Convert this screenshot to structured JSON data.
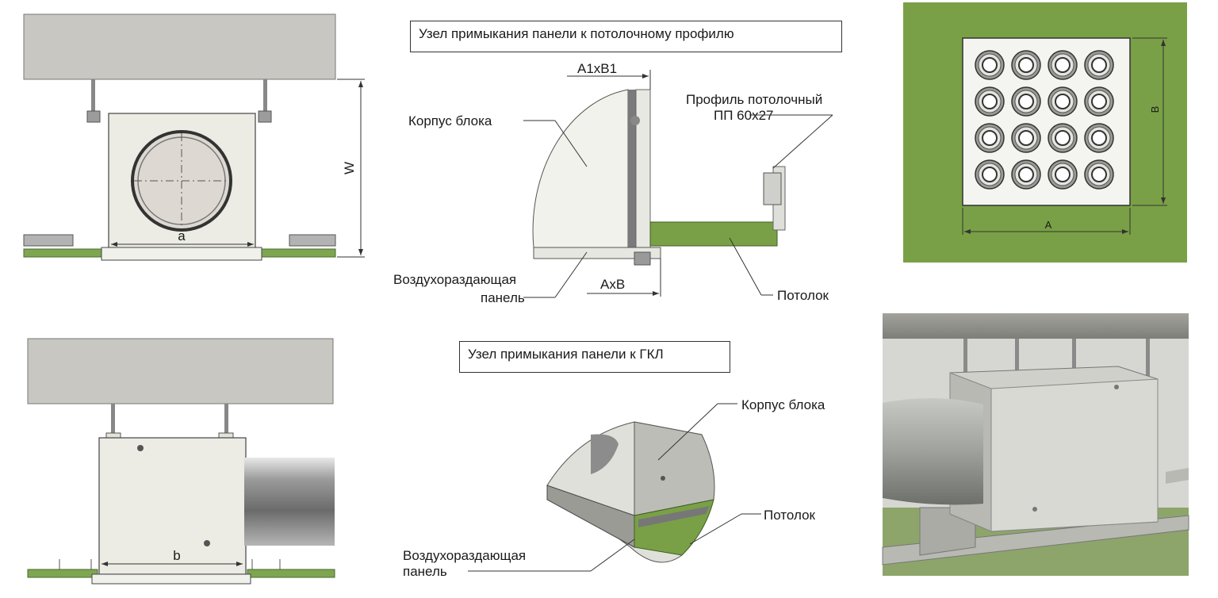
{
  "node_titles": {
    "ceiling_profile": "Узел примыкания панели к потолочному профилю",
    "gkl": "Узел примыкания панели к ГКЛ"
  },
  "dimensions": {
    "w": "W",
    "a": "a",
    "b": "b",
    "a1xb1": "A1xB1",
    "axb": "AxB",
    "a_cap": "A",
    "b_cap": "B"
  },
  "callouts": {
    "unit_body": "Корпус блока",
    "profile_line1": "Профиль потолочный",
    "profile_line2": "ПП 60x27",
    "panel_line1": "Воздухораздающая",
    "panel_line2": "панель",
    "ceiling": "Потолок",
    "unit_body_2": "Корпус блока",
    "ceiling_2": "Потолок",
    "panel2_line1": "Воздухораздающая",
    "panel2_line2": "панель"
  },
  "colors": {
    "concrete": "#c9c7c2",
    "ceiling_green": "#7ea550",
    "panel_green": "#79a046",
    "metal": "#ecece4",
    "duct": "#b8b8b8"
  }
}
